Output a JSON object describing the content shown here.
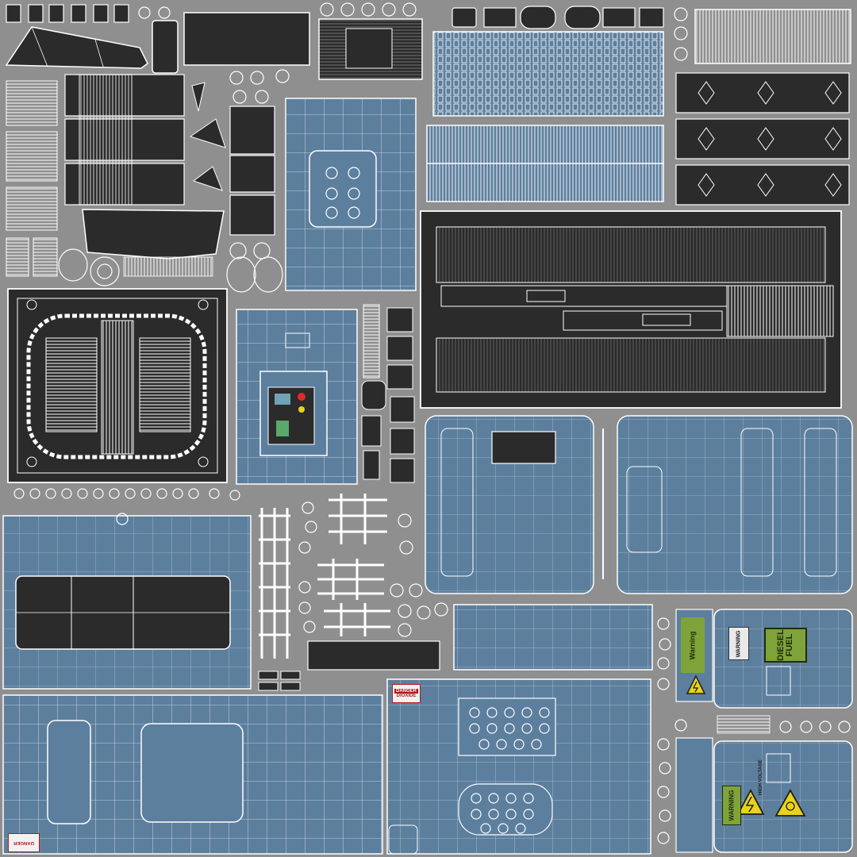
{
  "colors": {
    "background": "#8f8f8f",
    "blue_panel": "#5d7f9e",
    "dark_panel": "#2b2b2b",
    "wire": "#ffffff",
    "warning_green": "#7fa33a",
    "danger_red": "#b31b1b",
    "hazard_yellow": "#e8d31a"
  },
  "decals": {
    "diesel_line1": "DIESEL",
    "diesel_line2": "FUEL",
    "warning_vertical": "Warning",
    "warning_small": "WARNING",
    "high_voltage": "HIGH VOLTAGE",
    "danger_top": "DANGER",
    "danger_bottom": "DIOXIDE",
    "bottom_left_danger": "DANGER"
  },
  "icons": {
    "hazard": "electric-hazard-triangle-icon"
  }
}
